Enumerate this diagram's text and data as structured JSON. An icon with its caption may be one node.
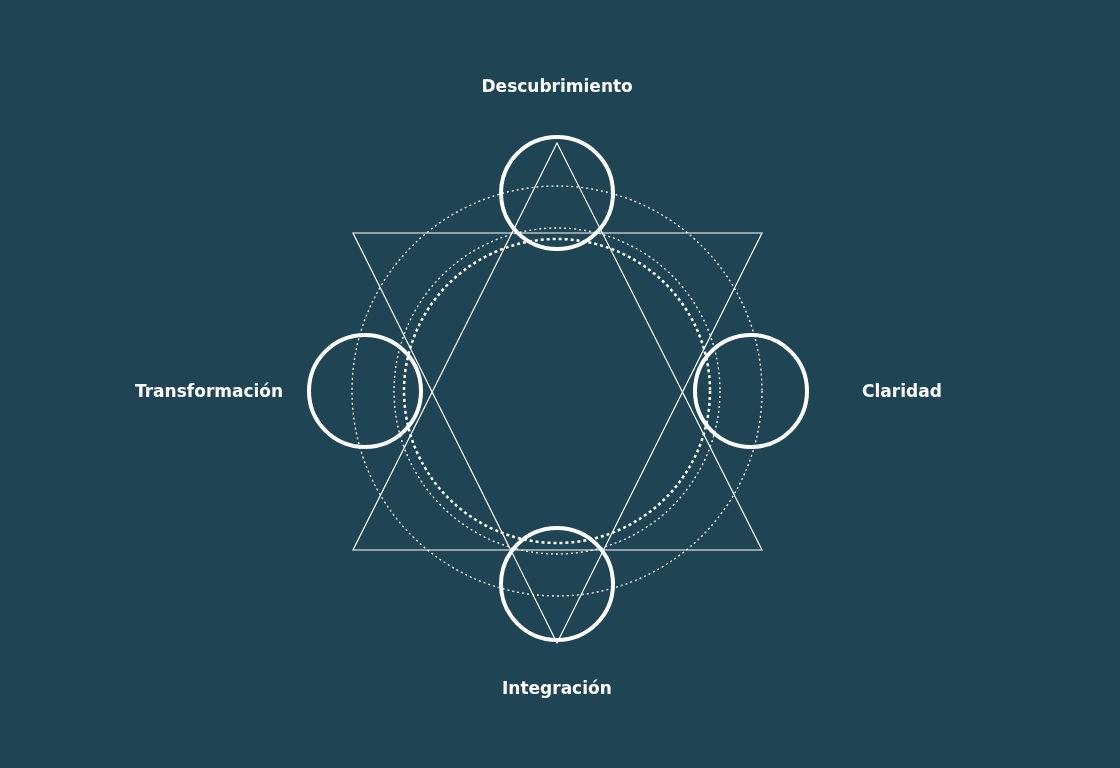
{
  "diagram": {
    "nodes": [
      {
        "text": [
          "Descubrimiento"
        ]
      },
      {
        "text": [
          "Transformación"
        ]
      },
      {
        "text": [
          "Claridad"
        ]
      },
      {
        "text": [
          "Integración"
        ]
      }
    ]
  }
}
